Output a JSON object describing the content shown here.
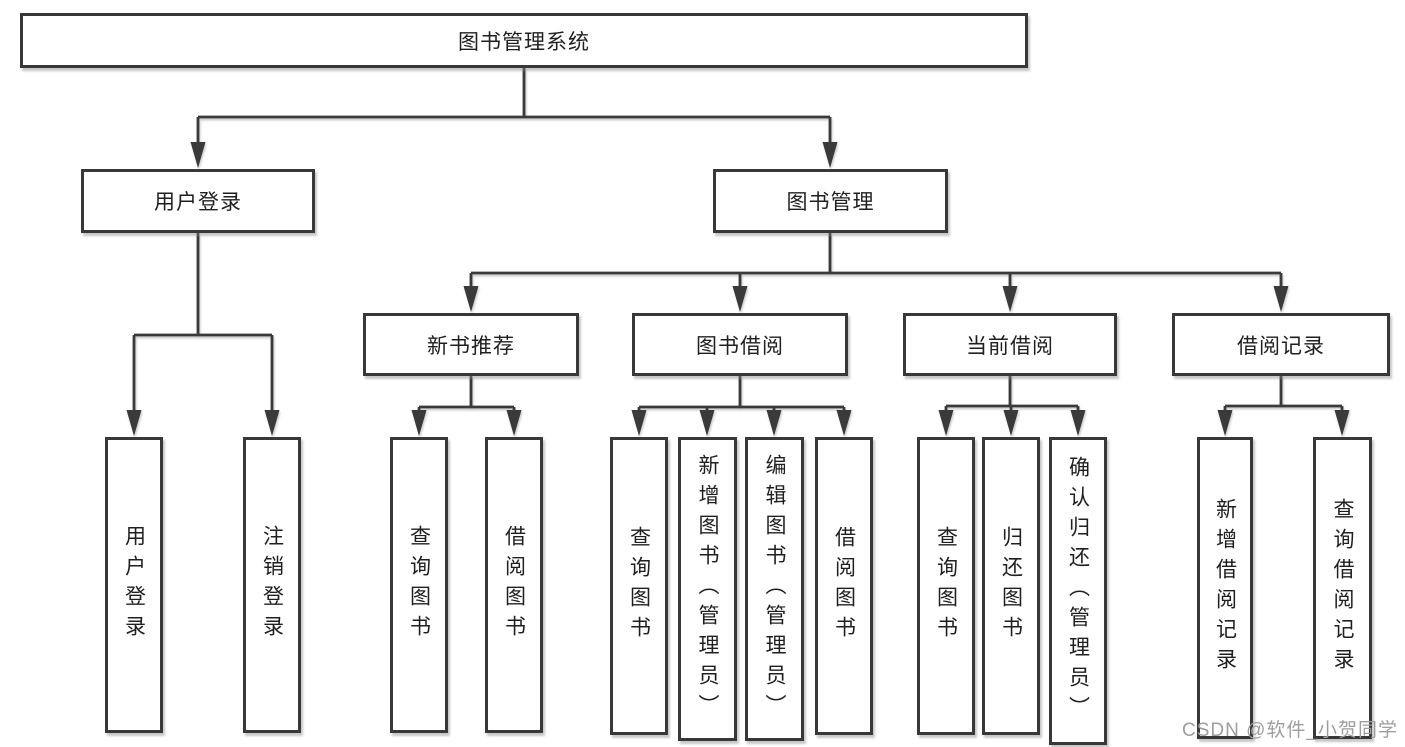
{
  "diagram_type": "hierarchy-tree",
  "root": {
    "label": "图书管理系统"
  },
  "branches": [
    {
      "label": "用户登录",
      "children": [
        {
          "label": "用户登录"
        },
        {
          "label": "注销登录"
        }
      ]
    },
    {
      "label": "图书管理",
      "children": [
        {
          "label": "新书推荐",
          "children": [
            {
              "label": "查询图书"
            },
            {
              "label": "借阅图书"
            }
          ]
        },
        {
          "label": "图书借阅",
          "children": [
            {
              "label": "查询图书"
            },
            {
              "label": "新增图书（管理员）"
            },
            {
              "label": "编辑图书（管理员）"
            },
            {
              "label": "借阅图书"
            }
          ]
        },
        {
          "label": "当前借阅",
          "children": [
            {
              "label": "查询图书"
            },
            {
              "label": "归还图书"
            },
            {
              "label": "确认归还（管理员）"
            }
          ]
        },
        {
          "label": "借阅记录",
          "children": [
            {
              "label": "新增借阅记录"
            },
            {
              "label": "查询借阅记录"
            }
          ]
        }
      ]
    }
  ],
  "watermark": "CSDN @软件_小贺同学",
  "colors": {
    "line": "#3a3a3a",
    "box_border": "#383838",
    "text": "#1f1f1f",
    "watermark": "#9e9e9e",
    "background": "#ffffff"
  }
}
